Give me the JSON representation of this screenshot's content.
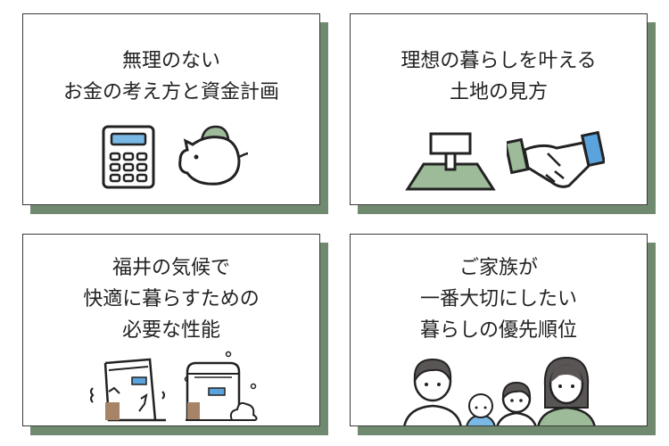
{
  "cards": [
    {
      "lines": [
        "無理のない",
        "お金の考え方と資金計画"
      ],
      "icons": [
        "calculator-icon",
        "piggy-bank-icon"
      ]
    },
    {
      "lines": [
        "理想の暮らしを叶える",
        "土地の見方"
      ],
      "icons": [
        "land-sign-icon",
        "handshake-icon"
      ]
    },
    {
      "lines": [
        "福井の気候で",
        "快適に暮らすための",
        "必要な性能"
      ],
      "icons": [
        "damaged-house-icon",
        "snow-house-icon"
      ]
    },
    {
      "lines": [
        "ご家族が",
        "一番大切にしたい",
        "暮らしの優先順位"
      ],
      "icons": [
        "family-icon"
      ]
    }
  ],
  "colors": {
    "shadow": "#6f8a6f",
    "green": "#9dbb98",
    "blue": "#5aa3dc",
    "brown": "#a88466",
    "hair": "#5a5555"
  }
}
